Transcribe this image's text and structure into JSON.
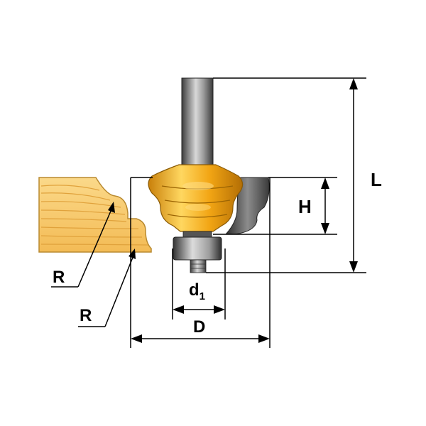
{
  "labels": {
    "length": "L",
    "height": "H",
    "bearing_diameter_base": "d",
    "bearing_diameter_sub": "1",
    "cutter_diameter": "D",
    "radius_upper": "R",
    "radius_lower": "R"
  },
  "colors": {
    "cutter_body": "#f2a514",
    "cutter_shade": "#c9800a",
    "cutter_highlight": "#ffd760",
    "shank": "#8a8a8a",
    "shank_dark": "#3d3d3d",
    "wood": "#f7c766",
    "wood_grain": "#e0a23c",
    "blade": "#5a5a5a",
    "line": "#000000"
  }
}
